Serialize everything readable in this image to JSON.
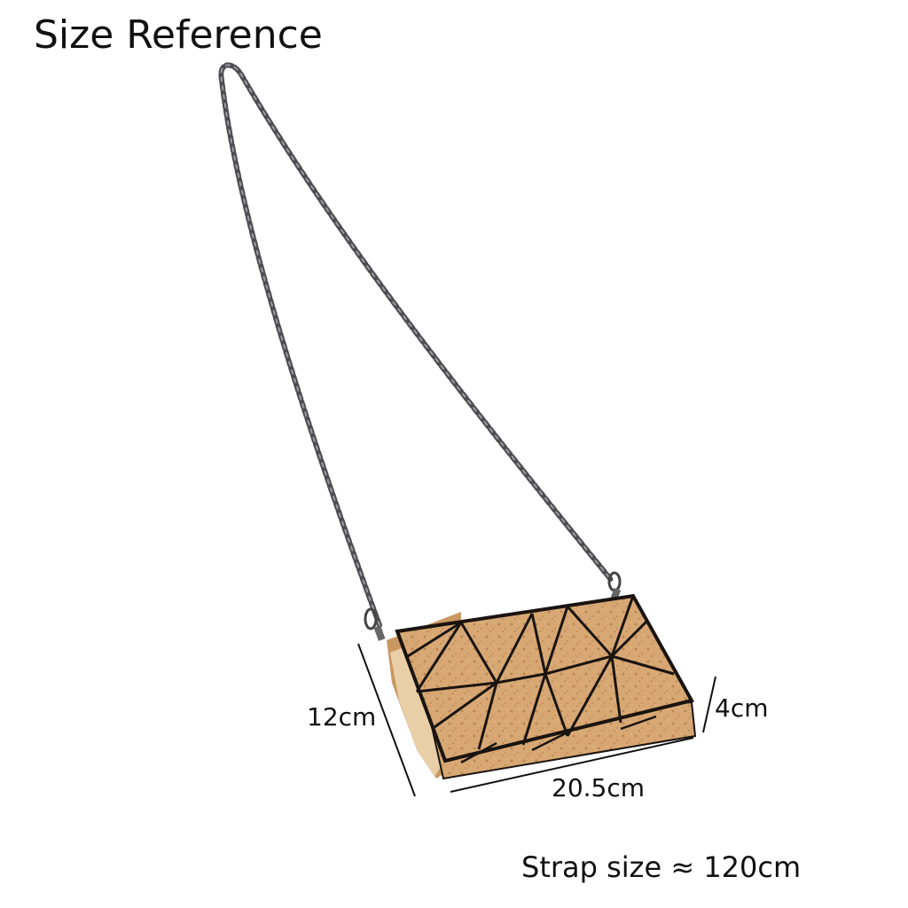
{
  "title": "Size Reference",
  "dimensions": {
    "height_label": "12cm",
    "depth_label": "4cm",
    "width_label": "20.5cm"
  },
  "strap_note": "Strap size ≈ 120cm",
  "colors": {
    "cork": "#d6a470",
    "cork_dark": "#b98550",
    "pattern_line": "#1a1410",
    "chain": "#5a5a5e",
    "text": "#111111"
  }
}
